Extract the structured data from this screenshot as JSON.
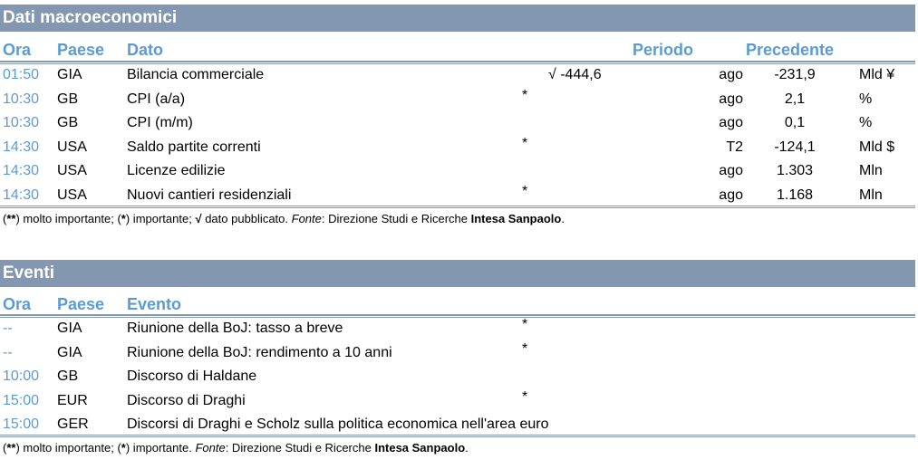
{
  "macro": {
    "title": "Dati macroeconomici",
    "headers": {
      "ora": "Ora",
      "paese": "Paese",
      "dato": "Dato",
      "periodo": "Periodo",
      "precedente": "Precedente"
    },
    "rows": [
      {
        "ora": "01:50",
        "paese": "GIA",
        "dato": "Bilancia commerciale",
        "star": "",
        "value": "√ -444,6",
        "periodo": "ago",
        "precedente": "-231,9",
        "unit": "Mld ¥"
      },
      {
        "ora": "10:30",
        "paese": "GB",
        "dato": "CPI (a/a)",
        "star": "*",
        "value": "",
        "periodo": "ago",
        "precedente": "2,1",
        "unit": "%"
      },
      {
        "ora": "10:30",
        "paese": "GB",
        "dato": "CPI (m/m)",
        "star": "",
        "value": "",
        "periodo": "ago",
        "precedente": "0,1",
        "unit": "%"
      },
      {
        "ora": "14:30",
        "paese": "USA",
        "dato": "Saldo partite correnti",
        "star": "*",
        "value": "",
        "periodo": "T2",
        "precedente": "-124,1",
        "unit": "Mld $"
      },
      {
        "ora": "14:30",
        "paese": "USA",
        "dato": "Licenze edilizie",
        "star": "",
        "value": "",
        "periodo": "ago",
        "precedente": "1.303",
        "unit": "Mln"
      },
      {
        "ora": "14:30",
        "paese": "USA",
        "dato": "Nuovi cantieri residenziali",
        "star": "*",
        "value": "",
        "periodo": "ago",
        "precedente": "1.168",
        "unit": "Mln"
      }
    ],
    "footnote": {
      "a": "(",
      "b": "**",
      "c": ") molto importante; (",
      "d": "*",
      "e": ") importante; ",
      "f": "√",
      "g": " dato pubblicato. ",
      "h": "Fonte",
      "i": ": Direzione Studi e Ricerche ",
      "j": "Intesa Sanpaolo",
      "k": "."
    }
  },
  "eventi": {
    "title": "Eventi",
    "headers": {
      "ora": "Ora",
      "paese": "Paese",
      "evento": "Evento"
    },
    "rows": [
      {
        "ora": "--",
        "paese": "GIA",
        "evento": "Riunione della BoJ: tasso a breve",
        "star": "*"
      },
      {
        "ora": "--",
        "paese": "GIA",
        "evento": "Riunione della BoJ: rendimento a 10 anni",
        "star": "*"
      },
      {
        "ora": "10:00",
        "paese": "GB",
        "evento": "Discorso di Haldane",
        "star": ""
      },
      {
        "ora": "15:00",
        "paese": "EUR",
        "evento": "Discorso di Draghi",
        "star": "*"
      },
      {
        "ora": "15:00",
        "paese": "GER",
        "evento": "Discorsi di Draghi e Scholz sulla politica economica nell'area euro",
        "star": ""
      }
    ],
    "footnote": {
      "a": "(",
      "b": "**",
      "c": ") molto importante; (",
      "d": "*",
      "e": ") importante. ",
      "h": "Fonte",
      "i": ": Direzione Studi e Ricerche ",
      "j": "Intesa Sanpaolo",
      "k": "."
    }
  }
}
